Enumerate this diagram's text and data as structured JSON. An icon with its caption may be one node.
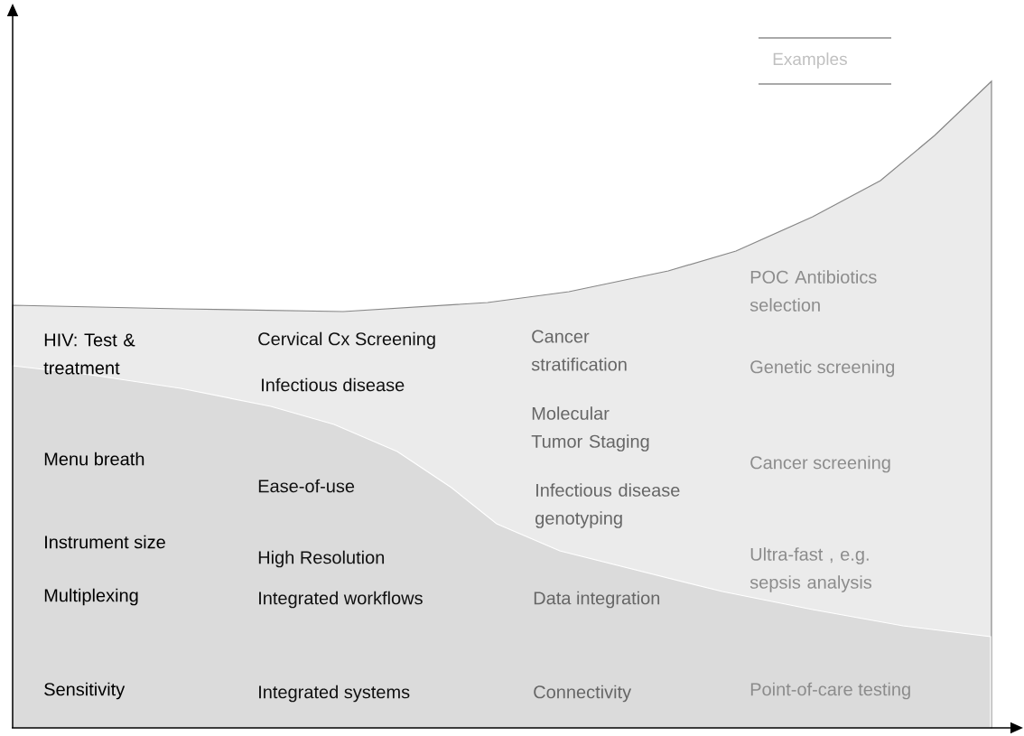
{
  "diagram": {
    "labels": [
      "Examples",
      "POC Antibiotics selection",
      "HIV: Test & treatment",
      "Cervical Cx Screening",
      "Cancer stratification",
      "Genetic screening",
      "Infectious disease",
      "Molecular Tumor Staging",
      "Menu breath",
      "Cancer screening",
      "Ease-of-use",
      "Infectious disease genotyping",
      "Instrument size",
      "Ultra-fast , e.g. sepsis analysis",
      "High Resolution",
      "Multiplexing",
      "Integrated workflows",
      "Data integration",
      "Sensitivity",
      "Integrated systems",
      "Connectivity",
      "Point-of-care testing"
    ]
  }
}
